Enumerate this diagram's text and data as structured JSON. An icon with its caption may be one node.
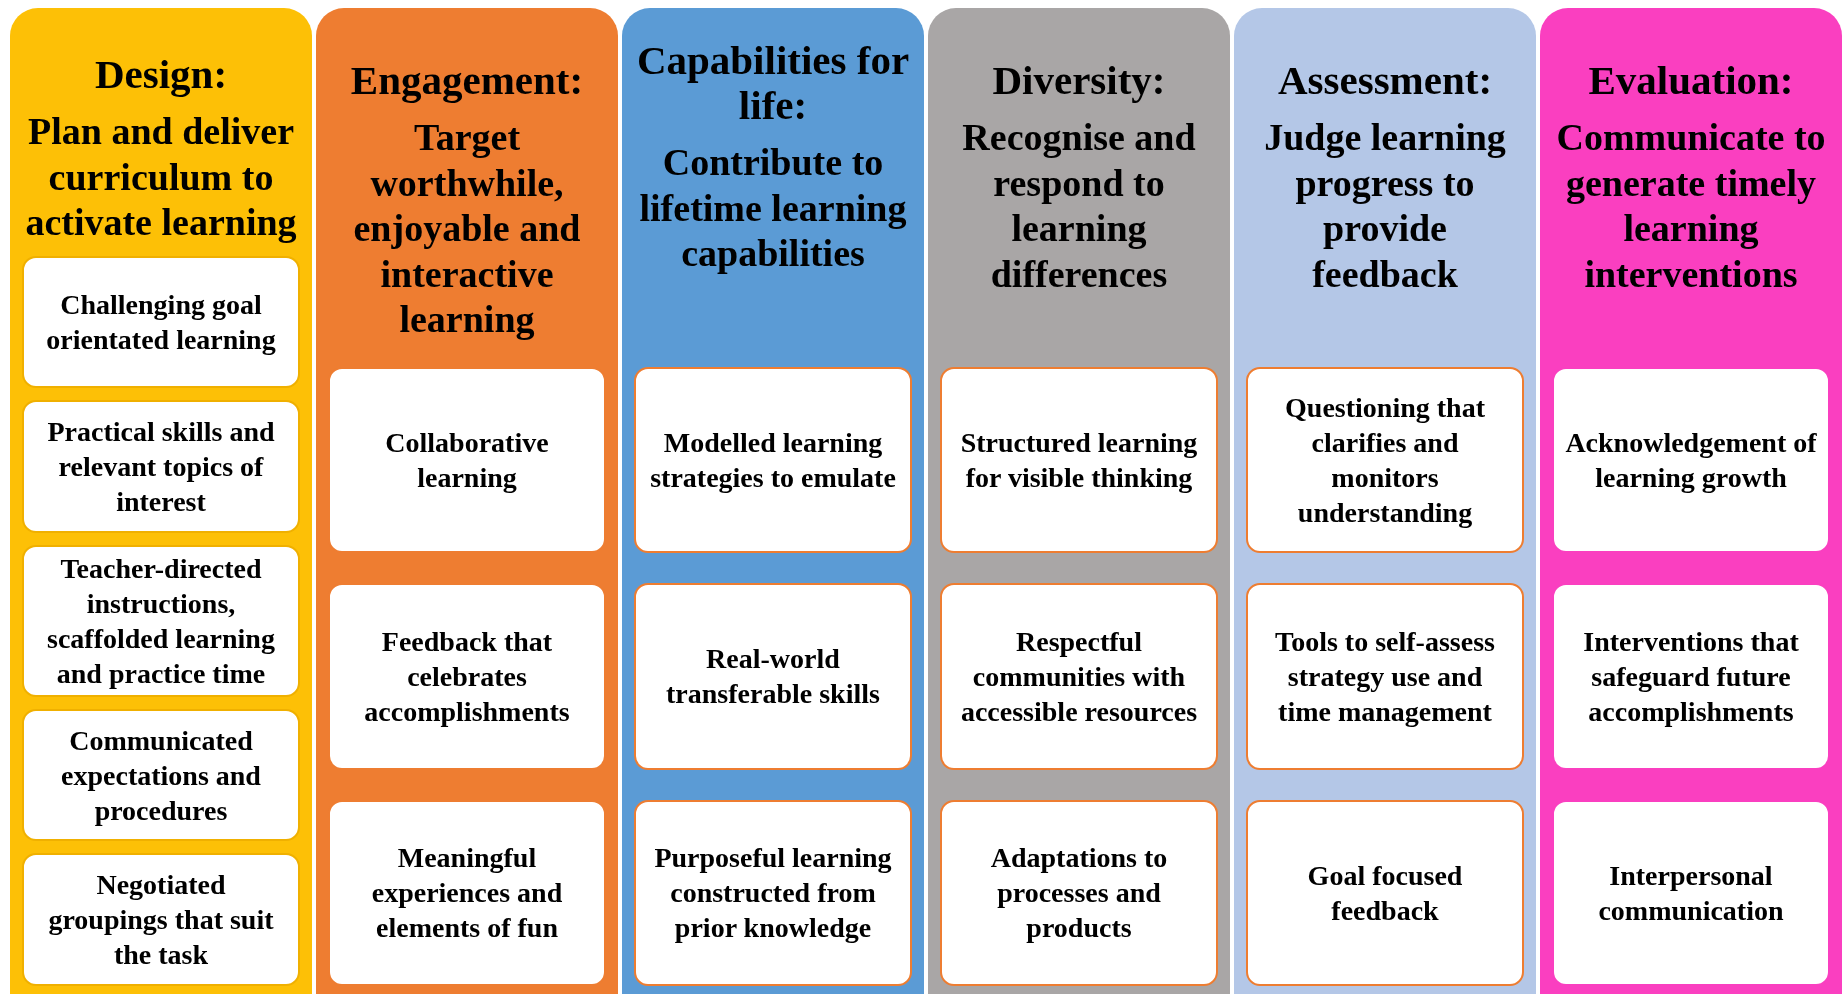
{
  "diagram": {
    "nodes": [
      {
        "text": [
          "Design:",
          "Plan and deliver curriculum to activate learning"
        ]
      },
      {
        "text": [
          "Challenging goal orientated learning"
        ],
        "in": 0
      },
      {
        "text": [
          "Practical skills and relevant topics of interest"
        ],
        "in": 0
      },
      {
        "text": [
          "Teacher-directed instructions, scaffolded learning and practice time"
        ],
        "in": 0
      },
      {
        "text": [
          "Communicated expectations and procedures"
        ],
        "in": 0
      },
      {
        "text": [
          "Negotiated groupings that suit the task"
        ],
        "in": 0
      },
      {
        "text": [
          "Engagement:",
          "Target worthwhile, enjoyable and interactive learning"
        ]
      },
      {
        "text": [
          "Collaborative learning"
        ],
        "in": 6
      },
      {
        "text": [
          "Feedback that celebrates accomplishments"
        ],
        "in": 6
      },
      {
        "text": [
          "Meaningful experiences and elements of fun"
        ],
        "in": 6
      },
      {
        "text": [
          "Capabilities for life:",
          "Contribute to lifetime learning capabilities"
        ]
      },
      {
        "text": [
          "Modelled learning strategies to emulate"
        ],
        "in": 10
      },
      {
        "text": [
          "Real-world transferable skills"
        ],
        "in": 10
      },
      {
        "text": [
          "Purposeful learning constructed from prior knowledge"
        ],
        "in": 10
      },
      {
        "text": [
          "Diversity:",
          "Recognise and respond to learning differences"
        ]
      },
      {
        "text": [
          "Structured learning for visible thinking"
        ],
        "in": 14
      },
      {
        "text": [
          "Respectful communities with accessible resources"
        ],
        "in": 14
      },
      {
        "text": [
          "Adaptations to processes and products"
        ],
        "in": 14
      },
      {
        "text": [
          "Assessment:",
          "Judge learning progress to provide feedback"
        ]
      },
      {
        "text": [
          "Questioning that clarifies and monitors understanding"
        ],
        "in": 18
      },
      {
        "text": [
          "Tools to self-assess strategy use and time management"
        ],
        "in": 18
      },
      {
        "text": [
          "Goal focused feedback"
        ],
        "in": 18
      },
      {
        "text": [
          "Evaluation:",
          "Communicate to generate timely learning interventions"
        ]
      },
      {
        "text": [
          "Acknowledgement of learning growth"
        ],
        "in": 22
      },
      {
        "text": [
          "Interventions that safeguard future accomplishments"
        ],
        "in": 22
      },
      {
        "text": [
          "Interpersonal communication"
        ],
        "in": 22
      }
    ]
  }
}
